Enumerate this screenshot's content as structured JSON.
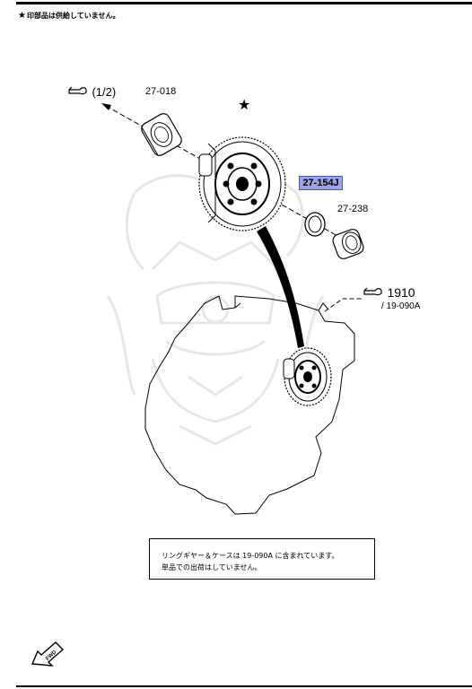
{
  "header": {
    "star_symbol": "★",
    "note": "印部品は供給していません。"
  },
  "parts": {
    "bearing_left": "27-018",
    "ref_left": "(1/2)",
    "star_marker": "★",
    "shim": "27-154J",
    "bearing_right": "27-238",
    "ref_right_main": "1910",
    "ref_right_sub": "/ 19-090A"
  },
  "notice": {
    "line1": "リングギヤー＆ケースは 19-090A に含まれています。",
    "line2": "単品での出荷はしていません。"
  },
  "fwd_label": "FWD",
  "colors": {
    "highlight": "#9aa4e6",
    "watermark": "#e4e4e4"
  }
}
